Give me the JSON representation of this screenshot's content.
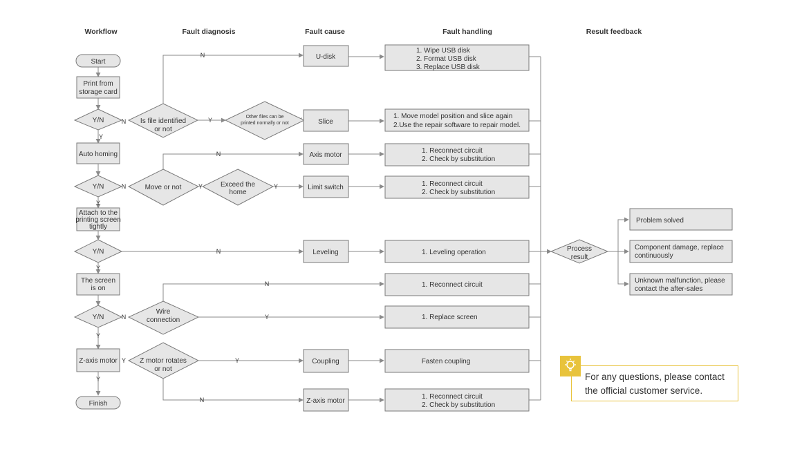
{
  "headers": {
    "workflow": "Workflow",
    "diagnosis": "Fault diagnosis",
    "cause": "Fault cause",
    "handling": "Fault handling",
    "feedback": "Result  feedback"
  },
  "workflow": {
    "start": "Start",
    "print1": "Print  from",
    "print2": "storage card",
    "yn": "Y/N",
    "auto_homing": "Auto homing",
    "attach1": "Attach to the",
    "attach2": "printing screen",
    "attach3": "tightly",
    "screen1": "The screen",
    "screen2": "is on",
    "zaxis": "Z-axis motor",
    "finish": "Finish"
  },
  "diagnosis": {
    "file1": "Is file identified",
    "file2": "or not",
    "other1": "Other files can be",
    "other2": "printed normally or not",
    "move": "Move or not",
    "exceed1": "Exceed  the",
    "exceed2": "home",
    "wire1": "Wire",
    "wire2": "connection",
    "zrot1": "Z motor rotates",
    "zrot2": "or not"
  },
  "causes": {
    "udisk": "U-disk",
    "slice": "Slice",
    "axis_motor": "Axis motor",
    "limit_switch": "Limit switch",
    "leveling": "Leveling",
    "coupling": "Coupling",
    "zaxis_motor": "Z-axis motor"
  },
  "handling": {
    "usb1": "1. Wipe USB disk",
    "usb2": "2. Format USB disk",
    "usb3": "3. Replace USB disk",
    "slice1": "1. Move model position and slice again",
    "slice2": "2.Use the repair software to repair model.",
    "reconnect": "1. Reconnect circuit",
    "substitute": "2. Check by substitution",
    "leveling": "1. Leveling operation",
    "replace_screen": "1. Replace screen",
    "fasten": "Fasten coupling"
  },
  "feedback": {
    "process1": "Process",
    "process2": "result",
    "solved": "Problem solved",
    "damage1": "Component damage, replace",
    "damage2": "continuously",
    "unknown1": "Unknown malfunction, please",
    "unknown2": "contact the after-sales"
  },
  "edge_labels": {
    "y": "Y",
    "n": "N"
  },
  "tip": {
    "text": "For any questions, please contact the official customer service."
  },
  "colors": {
    "box_fill": "#e6e6e6",
    "box_stroke": "#7a7a7a",
    "line": "#8a8a8a",
    "accent": "#e8c33c"
  },
  "icons": {
    "tip": "lightbulb-icon"
  }
}
